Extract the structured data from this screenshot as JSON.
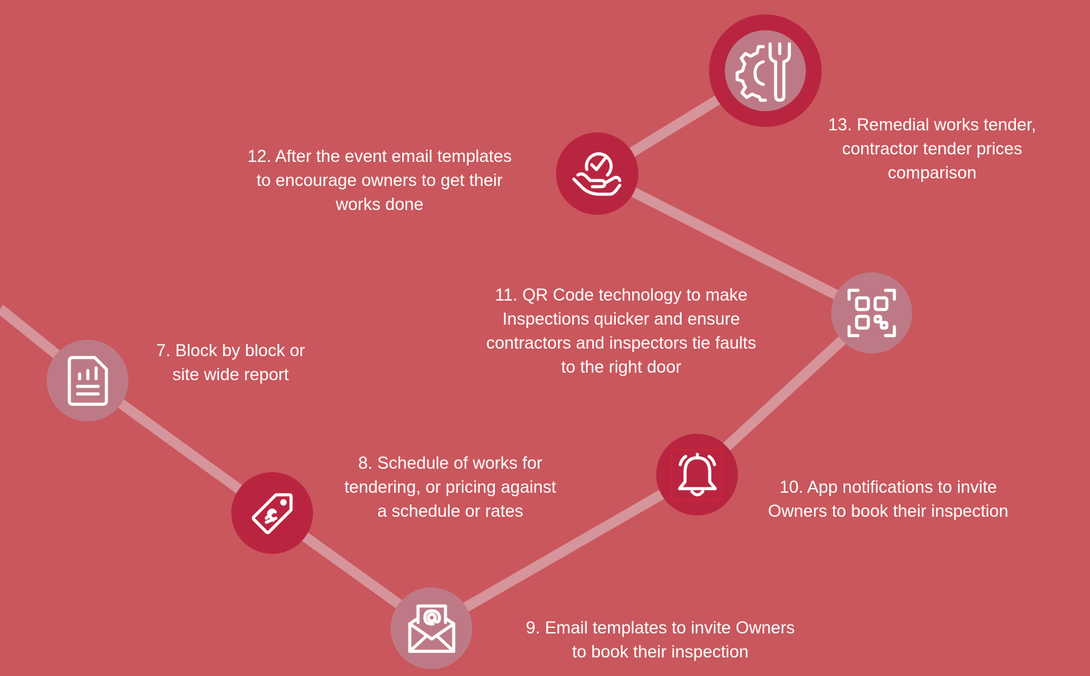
{
  "colors": {
    "background": "#c9575d",
    "path": "#d6959b",
    "node_dark": "#b92540",
    "node_light": "#bd7a86",
    "text": "#ffffff"
  },
  "steps": [
    {
      "label": "7. Block by block or\nsite wide report",
      "icon": "report-icon"
    },
    {
      "label": "8. Schedule of works for\ntendering, or pricing against\na schedule or rates",
      "icon": "price-tag-icon"
    },
    {
      "label": "9. Email templates to invite Owners\nto book their inspection",
      "icon": "email-icon"
    },
    {
      "label": "10. App notifications to invite\nOwners to book their inspection",
      "icon": "bell-icon"
    },
    {
      "label": "11. QR Code technology to make\nInspections quicker and ensure\ncontractors and inspectors tie faults\nto the right door",
      "icon": "qr-code-icon"
    },
    {
      "label": "12. After the event email templates\nto encourage owners to get their\nworks done",
      "icon": "hand-check-icon"
    },
    {
      "label": "13. Remedial works tender,\ncontractor tender prices\ncomparison",
      "icon": "gear-wrench-icon"
    }
  ]
}
